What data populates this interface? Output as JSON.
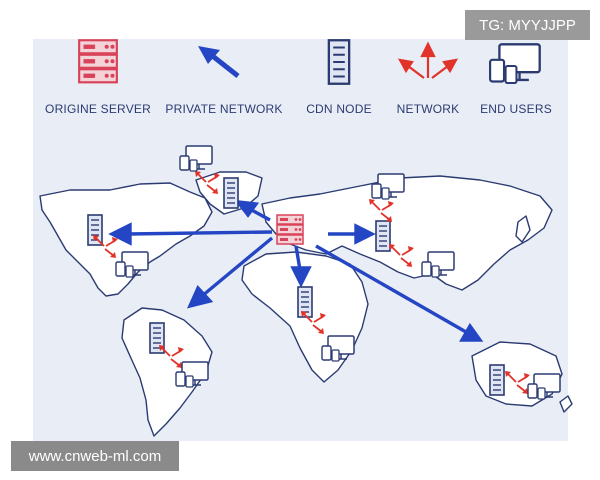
{
  "legend": {
    "origin_server": "ORIGINE SERVER",
    "private_network": "PRIVATE NETWORK",
    "cdn_node": "CDN NODE",
    "network": "NETWORK",
    "end_users": "END USERS"
  },
  "watermarks": {
    "telegram": "TG: MYYJJPP",
    "website": "www.cnweb-ml.com"
  },
  "colors": {
    "outline": "#2b3b72",
    "continent_fill": "#ffffff",
    "panel_bg": "#e9edf5",
    "server_red": "#d9435a",
    "arrow_blue": "#2446c4",
    "arrow_red": "#e2332b"
  }
}
